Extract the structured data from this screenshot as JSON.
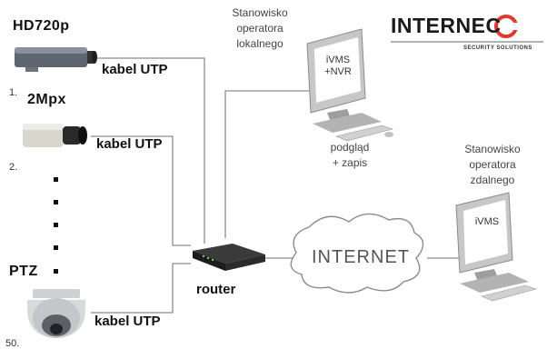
{
  "brand": {
    "name_main": "INTERNEC",
    "tagline": "SECURITY SOLUTIONS"
  },
  "cameras": [
    {
      "label": "HD720p",
      "number": "1.",
      "cable": "kabel UTP"
    },
    {
      "label": "2Mpx",
      "number": "2.",
      "cable": "kabel UTP"
    },
    {
      "label": "PTZ",
      "number": "50.",
      "cable": "kabel UTP"
    }
  ],
  "router": {
    "label": "router"
  },
  "internet": {
    "label": "INTERNET"
  },
  "local_station": {
    "title_lines": [
      "Stanowisko",
      "operatora",
      "lokalnego"
    ],
    "screen_lines": [
      "iVMS",
      "+NVR"
    ],
    "caption_lines": [
      "podgląd",
      "+ zapis"
    ]
  },
  "remote_station": {
    "title_lines": [
      "Stanowisko",
      "operatora",
      "zdalnego"
    ],
    "screen_lines": [
      "iVMS"
    ]
  },
  "colors": {
    "line": "#8c8c8c",
    "accent": "#e03a2f"
  }
}
